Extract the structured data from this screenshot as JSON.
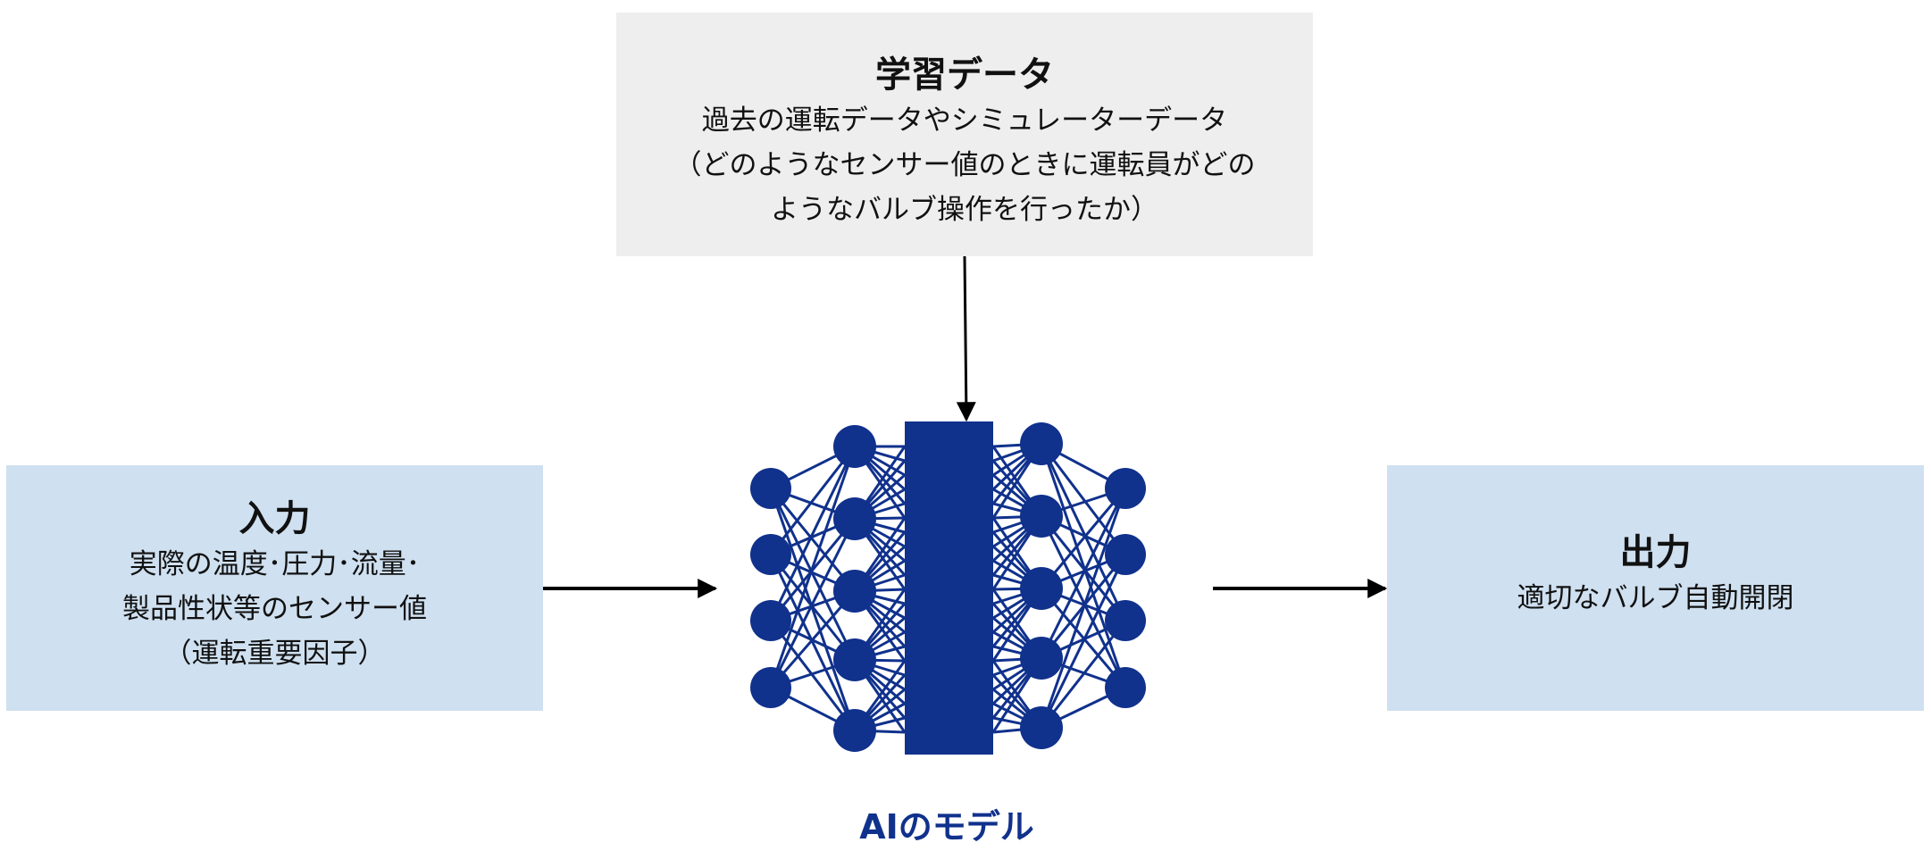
{
  "training_data": {
    "title": "学習データ",
    "lines": [
      "過去の運転データやシミュレーターデータ",
      "（どのようなセンサー値のときに運転員がどの",
      "ようなバルブ操作を行ったか）"
    ]
  },
  "input": {
    "title": "入力",
    "lines": [
      "実際の温度･圧力･流量･",
      "製品性状等のセンサー値",
      "（運転重要因子）"
    ]
  },
  "output": {
    "title": "出力",
    "lines": [
      "適切なバルブ自動開閉"
    ]
  },
  "model": {
    "label": "AIのモデル"
  },
  "colors": {
    "network": "#10318c",
    "input_box": "#cfe0f0",
    "training_box": "#eeeeee"
  }
}
